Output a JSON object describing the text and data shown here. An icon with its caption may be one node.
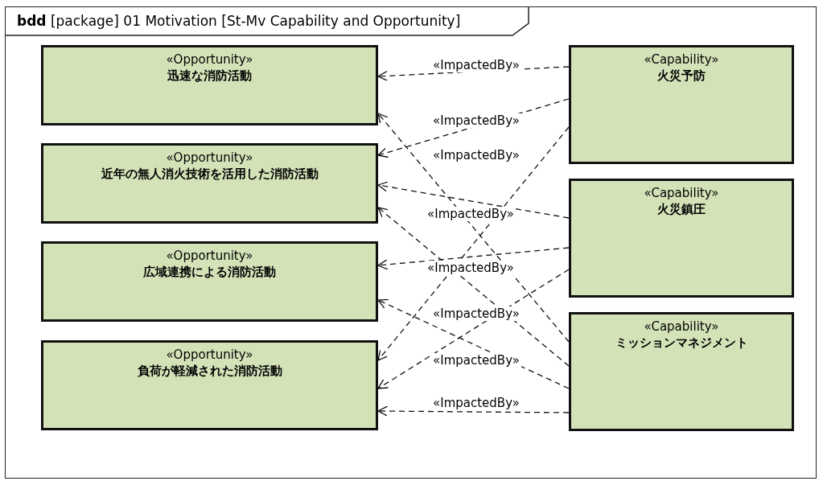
{
  "diagram": {
    "nodes": [
      {
        "text": [
          "**bdd** [package] 01 Motivation [St-Mv Capability and Opportunity]"
        ]
      },
      {
        "text": [
          "«Opportunity»",
          "迅速な消防活動"
        ],
        "in": 0
      },
      {
        "text": [
          "«Opportunity»",
          "近年の無人消火技術を活用した消防活動"
        ],
        "in": 0
      },
      {
        "text": [
          "«Opportunity»",
          "広域連携による消防活動"
        ],
        "in": 0
      },
      {
        "text": [
          "«Opportunity»",
          "負荷が軽減された消防活動"
        ],
        "in": 0
      },
      {
        "text": [
          "«Capability»",
          "火災予防"
        ],
        "in": 0
      },
      {
        "text": [
          "«Capability»",
          "火災鎮圧"
        ],
        "in": 0
      },
      {
        "text": [
          "«Capability»",
          "ミッションマネジメント"
        ],
        "in": 0
      }
    ],
    "edges": [
      {
        "from": 5,
        "to": 1,
        "arrow": "to",
        "style": "dashed",
        "label": "«ImpactedBy»"
      },
      {
        "from": 5,
        "to": 2,
        "arrow": "to",
        "style": "dashed",
        "label": "«ImpactedBy»"
      },
      {
        "from": 5,
        "to": 4,
        "arrow": "to",
        "style": "dashed"
      },
      {
        "from": 6,
        "to": 2,
        "arrow": "to",
        "style": "dashed",
        "label": "«ImpactedBy»"
      },
      {
        "from": 6,
        "to": 3,
        "arrow": "to",
        "style": "dashed",
        "label": "«ImpactedBy»"
      },
      {
        "from": 6,
        "to": 4,
        "arrow": "to",
        "style": "dashed",
        "label": "«ImpactedBy»"
      },
      {
        "from": 7,
        "to": 1,
        "arrow": "to",
        "style": "dashed",
        "label": "«ImpactedBy»"
      },
      {
        "from": 7,
        "to": 2,
        "arrow": "to",
        "style": "dashed"
      },
      {
        "from": 7,
        "to": 3,
        "arrow": "to",
        "style": "dashed",
        "label": "«ImpactedBy»"
      },
      {
        "from": 7,
        "to": 4,
        "arrow": "to",
        "style": "dashed",
        "label": "«ImpactedBy»"
      }
    ]
  }
}
